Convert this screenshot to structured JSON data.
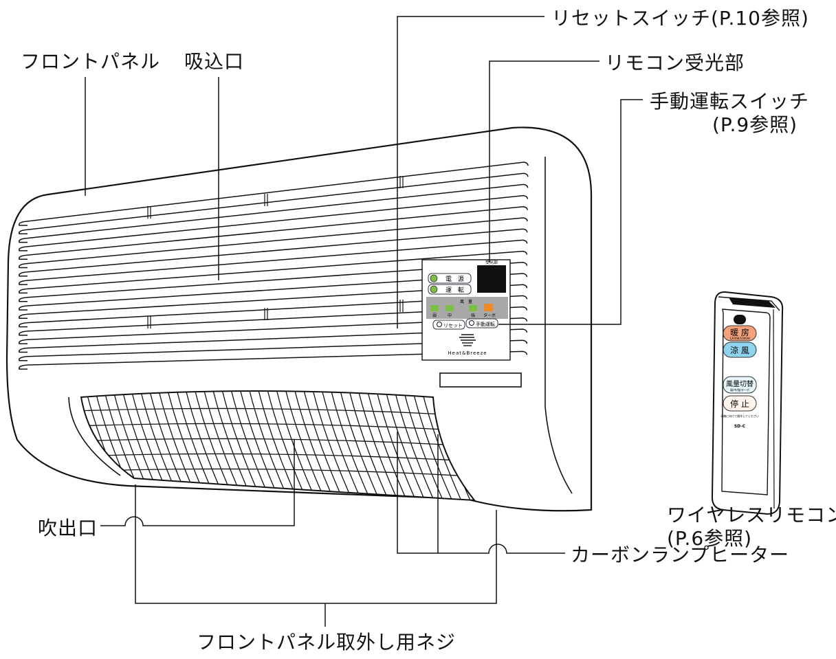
{
  "labels": {
    "front_panel": "フロントパネル",
    "intake": "吸込口",
    "reset_switch": "リセットスイッチ(P.10参照)",
    "remote_receiver": "リモコン受光部",
    "manual_switch_line1": "手動運転スイッチ",
    "manual_switch_line2": "(P.9参照)",
    "wireless_remote_line1": "ワイヤレスリモコン",
    "wireless_remote_line2": "(P.6参照)",
    "outlet": "吹出口",
    "carbon_heater": "カーボンランプヒーター",
    "panel_screw": "フロントパネル取外し用ネジ"
  },
  "unit_panel": {
    "receiver_label": "受光部",
    "power_label": "電　源",
    "run_label": "運　転",
    "fan_title": "風　量",
    "fan_levels": [
      "弱",
      "中",
      "強",
      "ターボ"
    ],
    "reset_button": "リセット",
    "manual_button": "手動運転",
    "brand": "Heat&Breeze"
  },
  "remote": {
    "heat_button": "暖 房",
    "heat_sub": "1200W/1000W",
    "cool_button": "涼 風",
    "fan_button": "風量切替",
    "fan_sub": "弱/中/強/ターボ",
    "stop_button": "停 止",
    "note": "本機に向けて操作してください",
    "model": "SD-C"
  },
  "colors": {
    "line": "#111111",
    "led_green": "#7bc043",
    "led_orange": "#f08a24",
    "panel_grey": "#a8a8a8",
    "heat_button": "#f4a27a",
    "cool_button": "#8fd3ee"
  }
}
